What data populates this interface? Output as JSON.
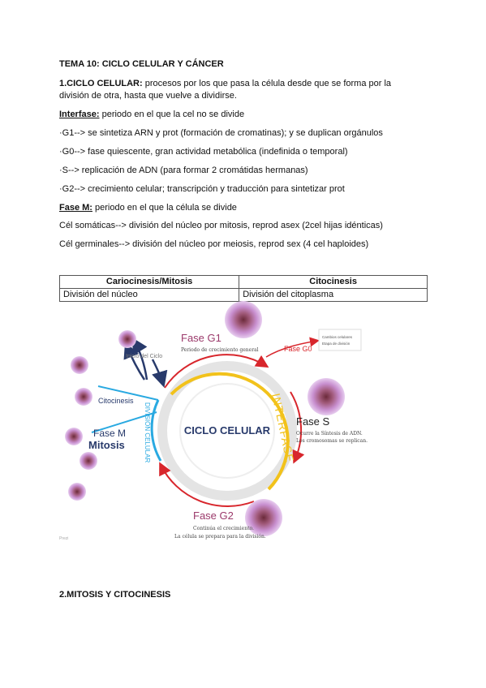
{
  "title": "TEMA 10: CICLO CELULAR Y CÁNCER",
  "section1": {
    "heading": "1.CICLO CELULAR:",
    "text_a": " procesos por los que pasa la célula desde que se forma por la",
    "text_b": "división de otra, hasta que vuelve a dividirse."
  },
  "interfase": {
    "label": "Interfase:",
    "text": " periodo en el que la cel no se divide"
  },
  "phases": [
    "·G1--> se sintetiza ARN y prot (formación de cromatinas); y se duplican orgánulos",
    "·G0--> fase quiescente, gran actividad metabólica (indefinida o temporal)",
    "·S--> replicación de ADN (para formar 2 cromátidas hermanas)",
    "·G2--> crecimiento celular; transcripción y traducción para sintetizar prot"
  ],
  "fase_m": {
    "label": "Fase M:",
    "text": " periodo en el que la célula se divide"
  },
  "cells": [
    "Cél somáticas--> división del núcleo por mitosis, reprod asex (2cel hijas idénticas)",
    "Cél germinales--> división del núcleo por meiosis, reprod sex (4 cel haploides)"
  ],
  "table": {
    "headers": [
      "Cariocinesis/Mitosis",
      "Citocinesis"
    ],
    "row": [
      "División del núcleo",
      "División del citoplasma"
    ]
  },
  "diagram": {
    "center": "CICLO CELULAR",
    "interfase_arc": "INTERFASE",
    "division_arc": "DIVISIÓN CELULAR",
    "g1_title": "Fase G1",
    "g1_desc": "Periodo de crecimiento general",
    "g0": "Fase G0",
    "s_title": "Fase S",
    "s_desc1": "Ocurre la Síntesis de ADN.",
    "s_desc2": "Los cromosomas se replican.",
    "g2_title": "Fase G2",
    "g2_desc1": "Continúa el crecimiento.",
    "g2_desc2": "La célula se prepara para la división.",
    "inicio": "Inicio del Ciclo",
    "citocinesis": "Citocinesis",
    "fase_m": "Fase M",
    "mitosis": "Mitosis",
    "legend1": "Cambios celulares",
    "legend2": "Etapa de división",
    "watermark": "Prezi",
    "colors": {
      "red": "#d8262c",
      "yellow": "#f2c21b",
      "blue": "#29a9e1",
      "navy": "#283a6b",
      "purple": "#9b4fa0"
    }
  },
  "section2": {
    "heading": "2.MITOSIS Y CITOCINESIS"
  }
}
